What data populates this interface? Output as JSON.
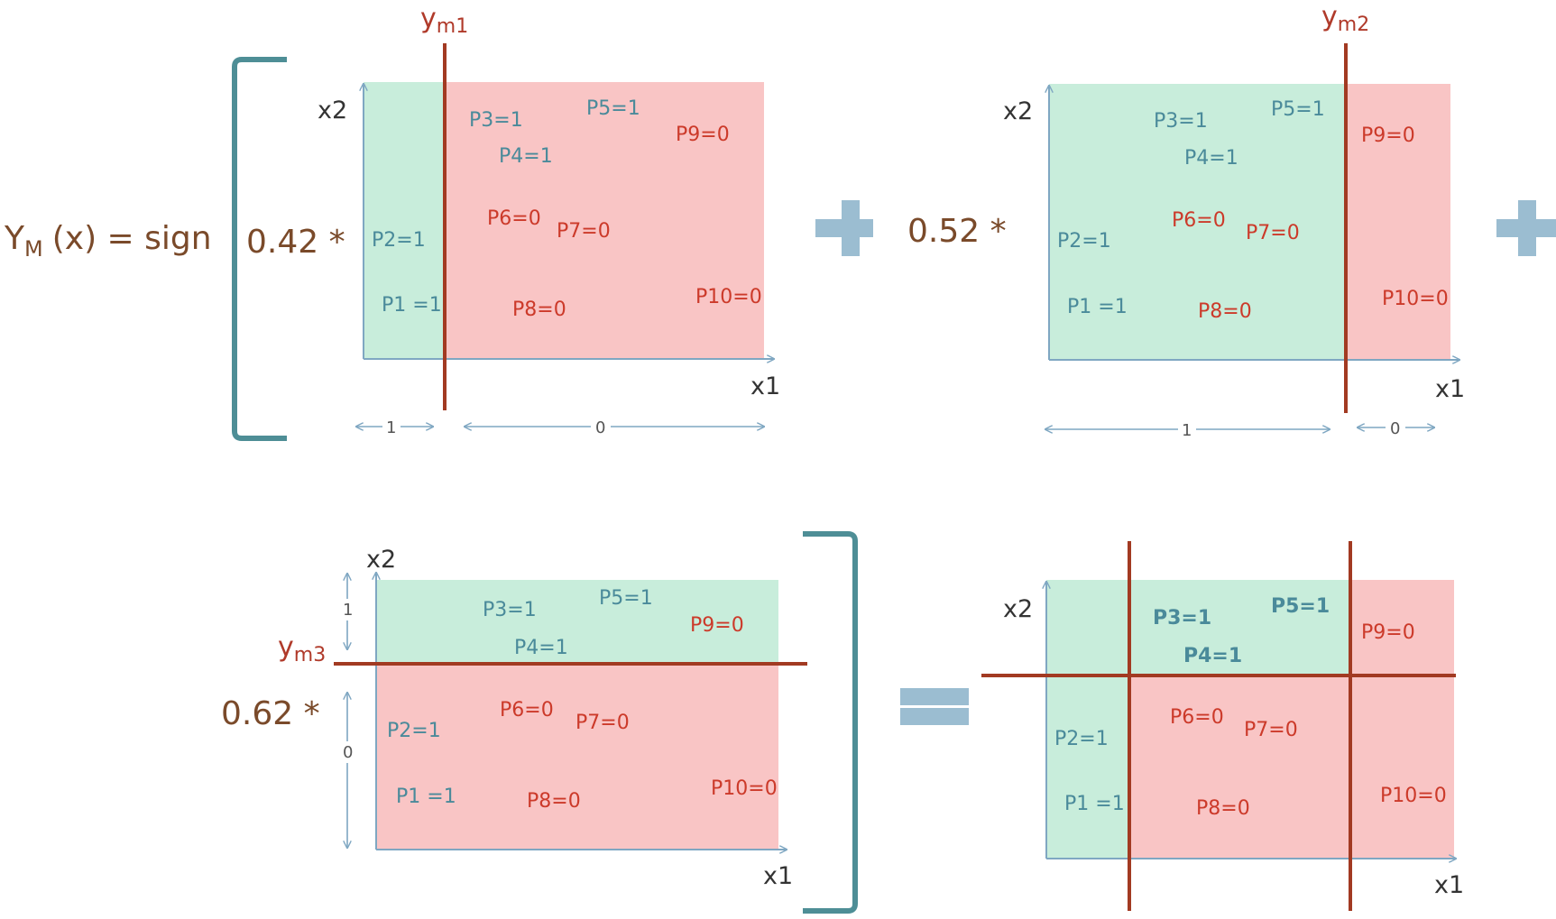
{
  "formula": {
    "lhs_main": "Y",
    "lhs_sub": "M",
    "lhs_rest": "(x) = sign"
  },
  "coefficients": {
    "c1": "0.42 *",
    "c2": "0.52 *",
    "c3": "0.62 *"
  },
  "boundaries": {
    "ym1": {
      "main": "y",
      "sub": "m1"
    },
    "ym2": {
      "main": "y",
      "sub": "m2"
    },
    "ym3": {
      "main": "y",
      "sub": "m3"
    }
  },
  "axes": {
    "x1": "x1",
    "x2": "x2"
  },
  "points": {
    "p1": "P1 =1",
    "p2": "P2=1",
    "p3": "P3=1",
    "p4": "P4=1",
    "p5": "P5=1",
    "p6": "P6=0",
    "p7": "P7=0",
    "p8": "P8=0",
    "p9": "P9=0",
    "p10": "P10=0"
  },
  "region_labels": {
    "one": "1",
    "zero": "0"
  },
  "colors": {
    "class1_region": "#c8eddb",
    "class0_region": "#f9c5c5",
    "boundary": "#a23a22",
    "axis": "#7fa7c2",
    "operator": "#9bbdd1",
    "bracket": "#4e8e96",
    "class1_text": "#4a8a9a",
    "class0_text": "#cc3a2a"
  }
}
